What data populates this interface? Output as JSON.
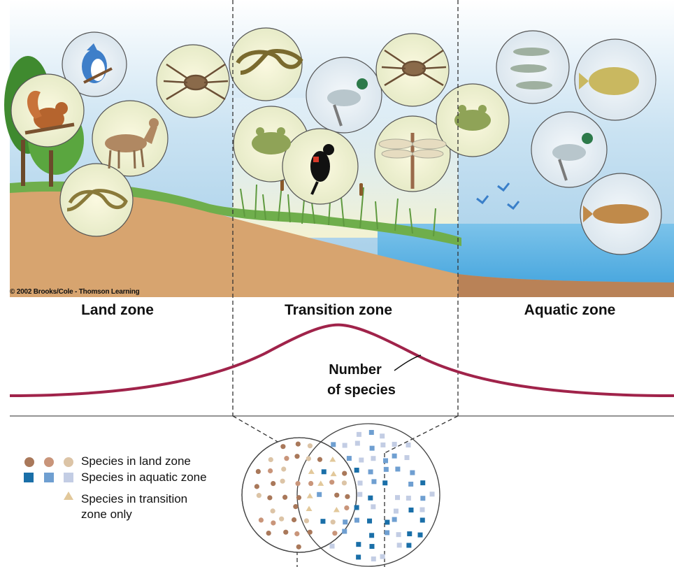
{
  "copyright": "© 2002 Brooks/Cole - Thomson Learning",
  "zones": {
    "land": "Land zone",
    "transition": "Transition zone",
    "aquatic": "Aquatic zone"
  },
  "curve": {
    "line1": "Number",
    "line2": "of species"
  },
  "legend": {
    "land": "Species in land zone",
    "aquatic": "Species in aquatic zone",
    "transition_line1": "Species in transition",
    "transition_line2": "zone only"
  },
  "colors": {
    "curve": "#a0234a",
    "land_dot_1": "#a9785a",
    "land_dot_2": "#c9957a",
    "land_dot_3": "#dcc4a6",
    "aquatic_sq_1": "#1a6fa8",
    "aquatic_sq_2": "#6f9fd1",
    "aquatic_sq_3": "#c3cde4",
    "transition_tri": "#e2c89a",
    "sky": "#a9cfe8",
    "soil": "#d6a26f",
    "water": "#5ab3e3"
  }
}
